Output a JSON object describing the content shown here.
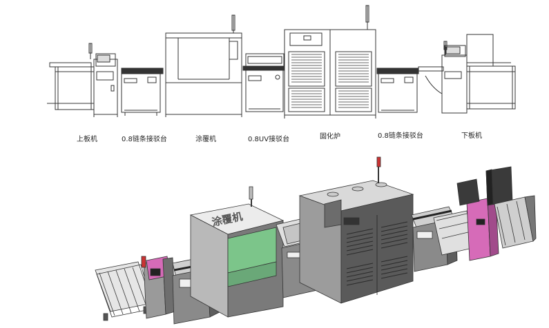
{
  "labels": {
    "loader": "上板机",
    "conveyor_1": "0.8链条接驳台",
    "coater": "涂覆机",
    "uv_conveyor": "0.8UV接驳台",
    "curing_oven": "固化炉",
    "conveyor_2": "0.8链条接驳台",
    "unloader": "下板机"
  },
  "coater_plate_text": "涂覆机",
  "colors": {
    "line": "#333333",
    "panel_gray": "#8a8a8a",
    "dark_gray": "#4a4a4a",
    "pink": "#d66bb8",
    "green": "#7cc58a",
    "light_gray": "#c8c8c8"
  }
}
